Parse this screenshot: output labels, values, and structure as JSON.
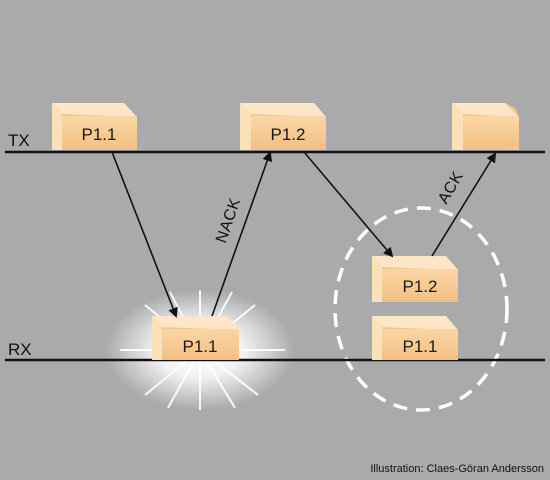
{
  "lines": {
    "tx_label": "TX",
    "rx_label": "RX"
  },
  "packets": {
    "tx_p11": "P1.1",
    "tx_p12": "P1.2",
    "rx_p11_first": "P1.1",
    "rx_p12": "P1.2",
    "rx_p11_second": "P1.1"
  },
  "arrows": {
    "nack_label": "NACK",
    "ack_label": "ACK"
  },
  "credit": "Illustration: Claes-Göran Andersson",
  "colors": {
    "background": "#a9aaac",
    "packet_front": "#f6c88e",
    "packet_top": "#fbe5c3",
    "packet_side": "#eab67a",
    "line": "#111111",
    "highlight_circle": "#ffffff"
  }
}
